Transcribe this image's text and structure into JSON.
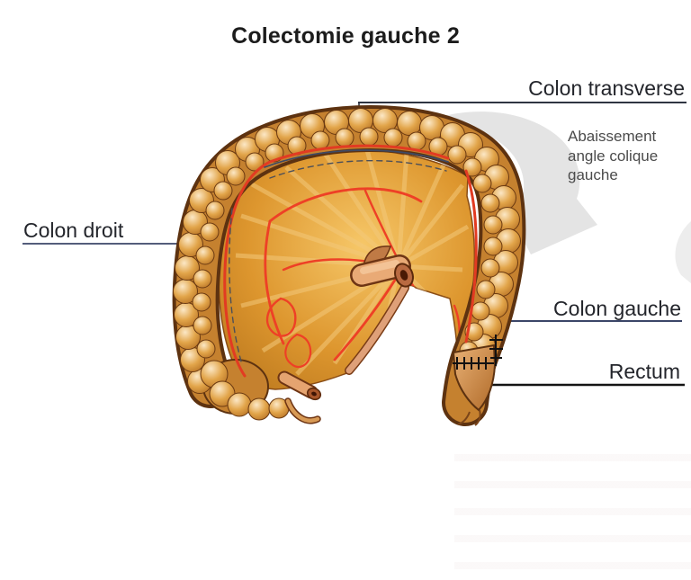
{
  "title": "Colectomie gauche 2",
  "diagram": {
    "labels": {
      "colon_transverse": "Colon transverse",
      "colon_droit": "Colon droit",
      "colon_gauche": "Colon gauche",
      "rectum": "Rectum"
    },
    "annotation": {
      "lines": [
        "Abaissement",
        "angle colique",
        "gauche"
      ]
    }
  },
  "colors": {
    "title_text": "#1c1c1c",
    "label_text": "#23252b",
    "leader_navy": "#3b4668",
    "leader_dark": "#2f3542",
    "rectum_line": "#141414",
    "annotation_text": "#4b4b4b",
    "arrow_gray": "#e4e4e4",
    "colon_caramel": "#c5812f",
    "colon_outline": "#5d3210",
    "vessel_red": "#e23b22",
    "staple_black": "#111111"
  }
}
